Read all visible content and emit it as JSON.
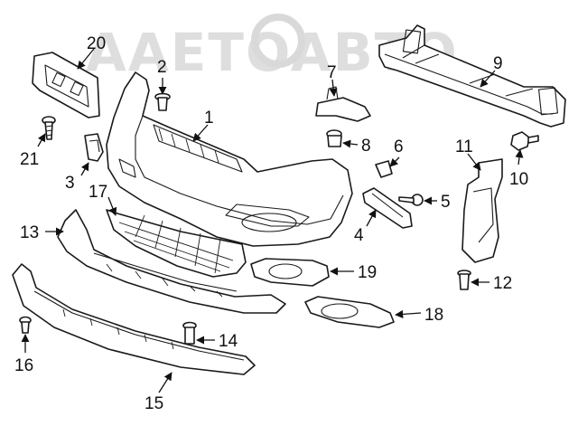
{
  "watermark": "AAETOABTO",
  "callouts": [
    "20",
    "2",
    "1",
    "7",
    "9",
    "21",
    "8",
    "6",
    "11",
    "3",
    "10",
    "17",
    "5",
    "4",
    "13",
    "19",
    "12",
    "18",
    "14",
    "16",
    "15"
  ],
  "colors": {
    "line": "#1a1a1a",
    "background": "#ffffff",
    "watermark": "#d9d9d9"
  }
}
